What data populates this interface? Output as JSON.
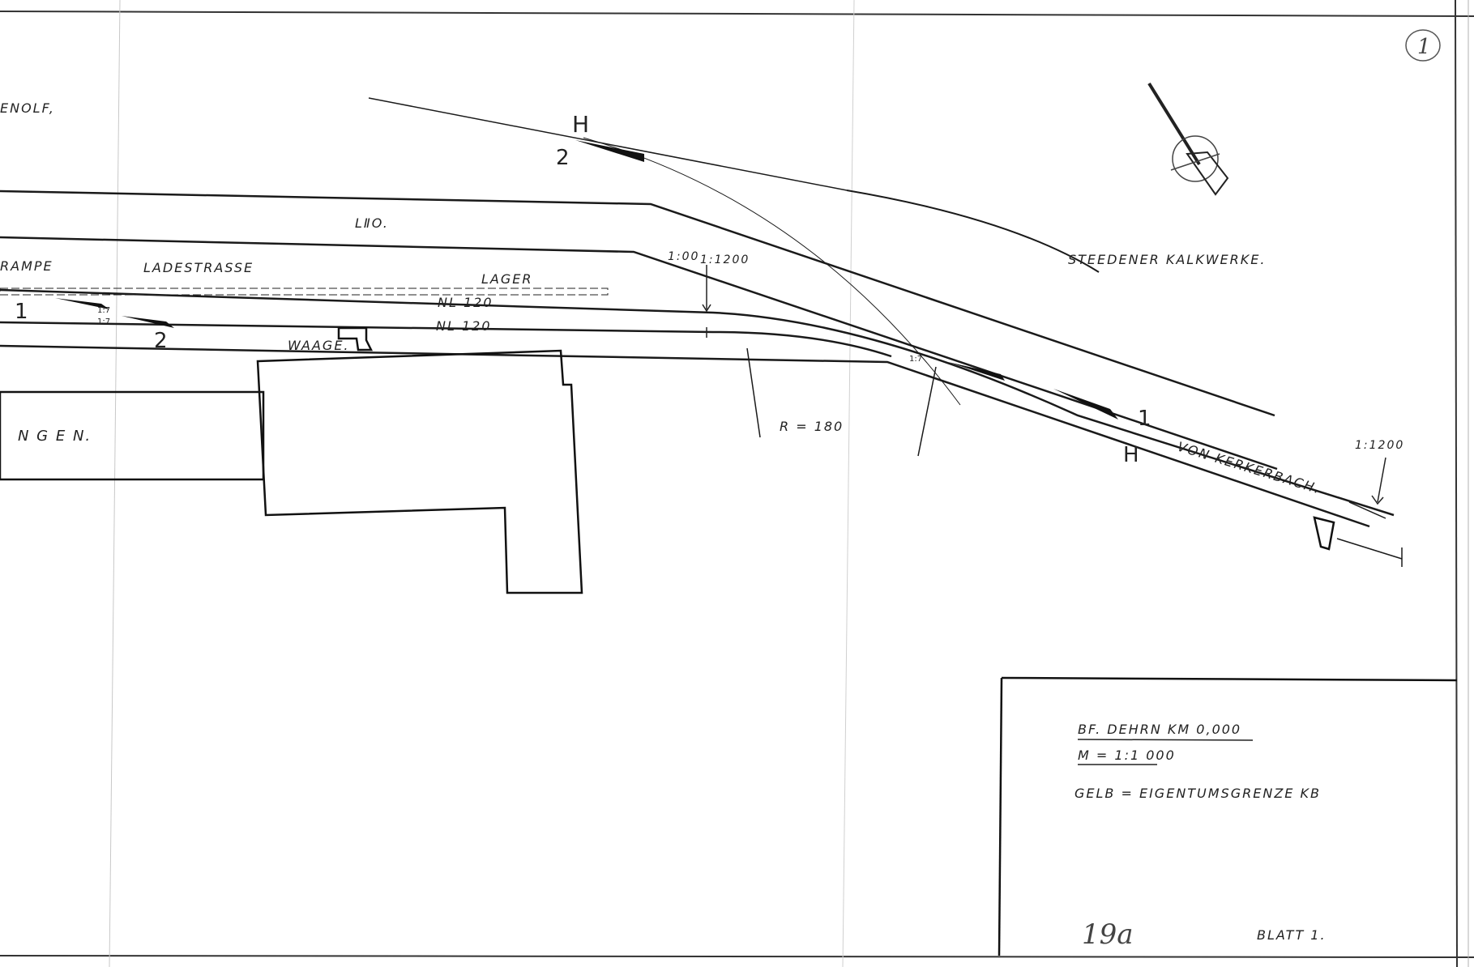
{
  "sheet_number": "1",
  "labels": {
    "enolf": "ENOLF,",
    "rampe": "RAMPE",
    "ladestrasse": "LADESTRASSE",
    "lager": "LAGER",
    "l2o": "LⅡO.",
    "nl120_top": "NL 120",
    "nl120_bottom": "NL 120",
    "waage": "WAAGE.",
    "ngen": "N G E N.",
    "radius": "R = 180",
    "grad_100": "1:00",
    "grad_1200": "1:1200",
    "grad_1200_right": "1:1200",
    "steedener": "STEEDENER KALKWERKE.",
    "von_kerkerbach": "VON KERKERBACH.",
    "switch_1_left": "1",
    "switch_2_left": "2",
    "switch_2_top": "2",
    "switch_h_top": "H",
    "switch_1_right": "1",
    "switch_h_right": "H",
    "ratio_a": "1:7",
    "ratio_b": "1:7",
    "ratio_c": "1:7"
  },
  "title_block": {
    "station": "BF. DEHRN    KM  0,000",
    "scale": "M =  1:1 000",
    "legend": "GELB =  EIGENTUMSGRENZE    KB",
    "handwritten_ref": "19a",
    "sheet": "BLATT 1."
  }
}
